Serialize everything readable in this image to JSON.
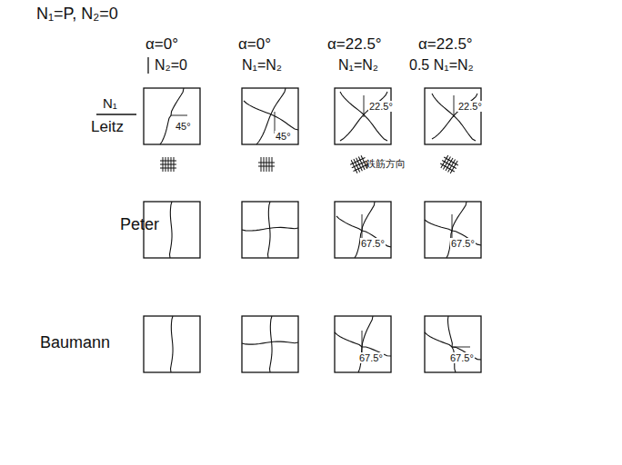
{
  "diagram": {
    "labels": [
      "N₁=P, N₂=0",
      "α=0°",
      "N₂=0",
      "α=0°",
      "N₁=N₂",
      "α=22.5°",
      "N₁=N₂",
      "α=22.5°",
      "0.5 N₁=N₂",
      "N₁",
      "Leitz",
      "45°",
      "45°",
      "22.5°",
      "22.5°",
      "鉄筋方向",
      "Peter",
      "67.5°",
      "67.5°",
      "Baumann",
      "67.5°",
      "67.5°"
    ]
  }
}
